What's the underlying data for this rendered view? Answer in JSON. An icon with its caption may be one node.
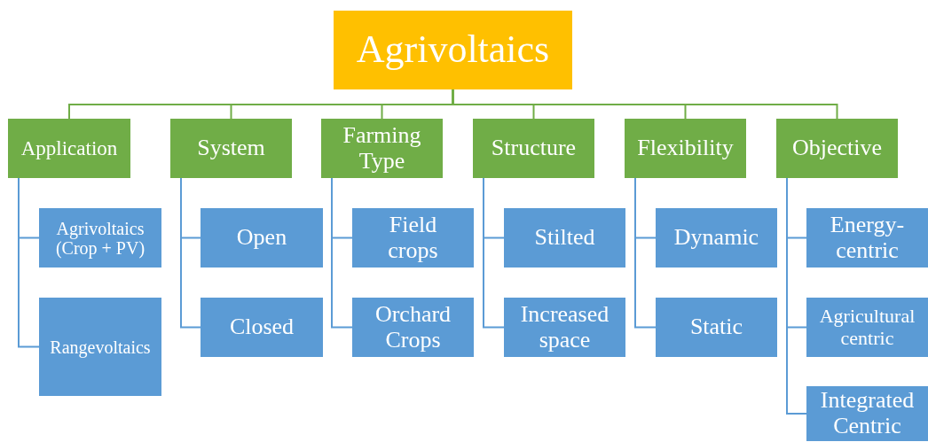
{
  "diagram": {
    "nodes": [
      {
        "text": [
          "Agrivoltaics"
        ]
      },
      {
        "text": [
          "Application"
        ]
      },
      {
        "text": [
          "System"
        ]
      },
      {
        "text": [
          "Farming Type"
        ]
      },
      {
        "text": [
          "Structure"
        ]
      },
      {
        "text": [
          "Flexibility"
        ]
      },
      {
        "text": [
          "Objective"
        ]
      },
      {
        "text": [
          "Agrivoltaics (Crop + PV)"
        ]
      },
      {
        "text": [
          "Rangevoltaics"
        ]
      },
      {
        "text": [
          "Open"
        ]
      },
      {
        "text": [
          "Closed"
        ]
      },
      {
        "text": [
          "Field crops"
        ]
      },
      {
        "text": [
          "Orchard Crops"
        ]
      },
      {
        "text": [
          "Stilted"
        ]
      },
      {
        "text": [
          "Increased space"
        ]
      },
      {
        "text": [
          "Dynamic"
        ]
      },
      {
        "text": [
          "Static"
        ]
      },
      {
        "text": [
          "Energy-centric"
        ]
      },
      {
        "text": [
          "Agricultural centric"
        ]
      },
      {
        "text": [
          "Integrated Centric"
        ]
      }
    ],
    "edges": [
      {
        "from": 0,
        "to": 1,
        "arrow": "none",
        "color": "#70ad47"
      },
      {
        "from": 0,
        "to": 2,
        "arrow": "none",
        "color": "#70ad47"
      },
      {
        "from": 0,
        "to": 3,
        "arrow": "none",
        "color": "#70ad47"
      },
      {
        "from": 0,
        "to": 4,
        "arrow": "none",
        "color": "#70ad47"
      },
      {
        "from": 0,
        "to": 5,
        "arrow": "none",
        "color": "#70ad47"
      },
      {
        "from": 0,
        "to": 6,
        "arrow": "none",
        "color": "#70ad47"
      },
      {
        "from": 1,
        "to": 7,
        "arrow": "none"
      },
      {
        "from": 1,
        "to": 8,
        "arrow": "none"
      },
      {
        "from": 2,
        "to": 9,
        "arrow": "none"
      },
      {
        "from": 2,
        "to": 10,
        "arrow": "none"
      },
      {
        "from": 3,
        "to": 11,
        "arrow": "none"
      },
      {
        "from": 3,
        "to": 12,
        "arrow": "none"
      },
      {
        "from": 4,
        "to": 13,
        "arrow": "none"
      },
      {
        "from": 4,
        "to": 14,
        "arrow": "none"
      },
      {
        "from": 5,
        "to": 15,
        "arrow": "none"
      },
      {
        "from": 5,
        "to": 16,
        "arrow": "none"
      },
      {
        "from": 6,
        "to": 17,
        "arrow": "none"
      },
      {
        "from": 6,
        "to": 18,
        "arrow": "none"
      },
      {
        "from": 6,
        "to": 19,
        "arrow": "none"
      }
    ]
  }
}
